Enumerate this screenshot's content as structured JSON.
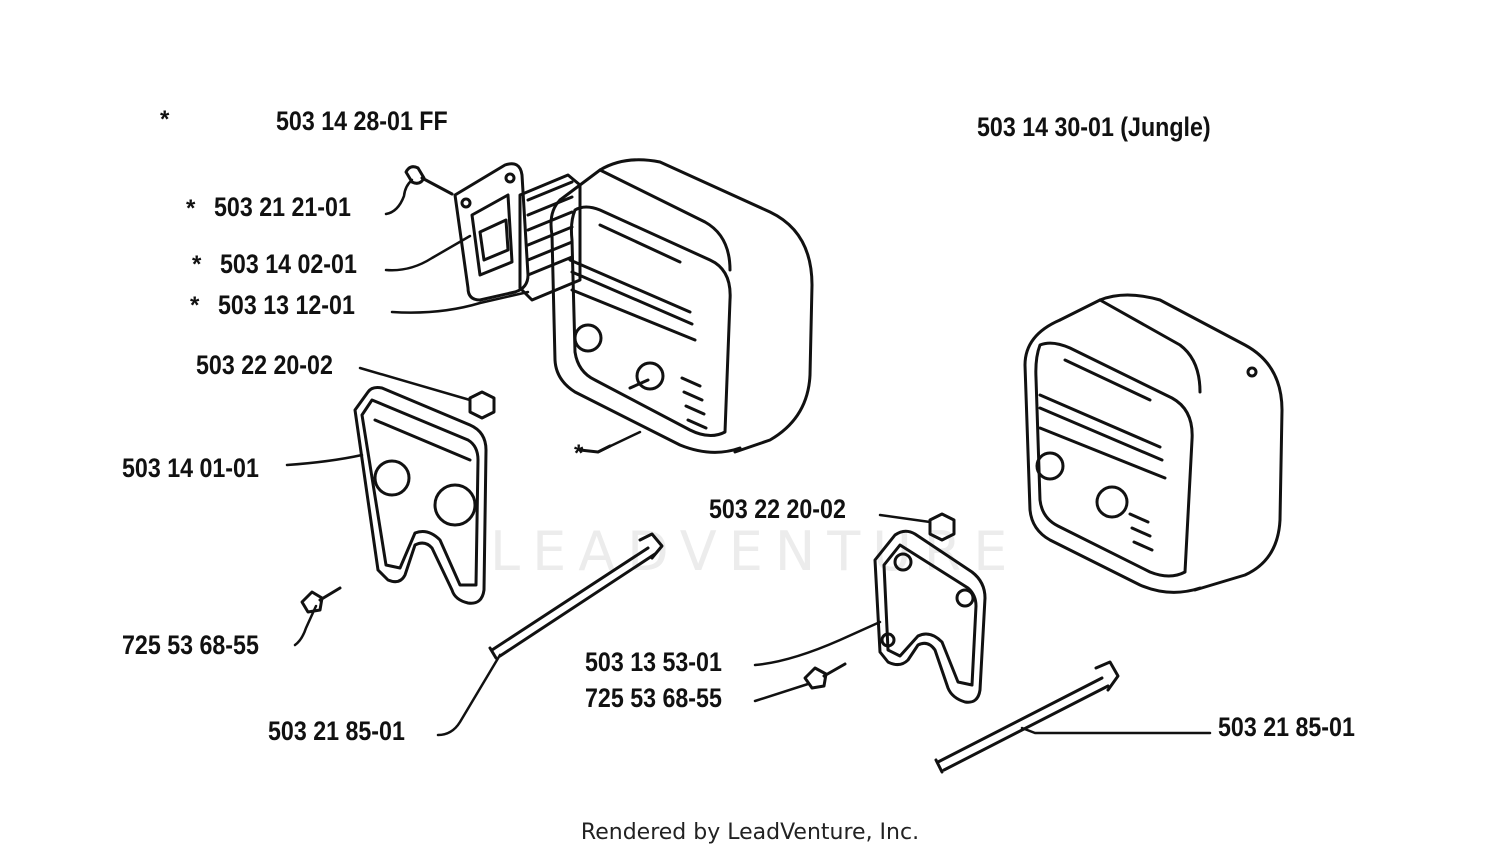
{
  "diagram": {
    "labels": {
      "kit_ff": "503 14 28-01 FF",
      "kit_jungle": "503 14 30-01 (Jungle)",
      "screw_top": "503 21 21-01",
      "plate_top": "503 14 02-01",
      "gasket_top": "503 13 12-01",
      "nut_left": "503 22 20-02",
      "plate_left": "503 14 01-01",
      "screw_left": "725 53 68-55",
      "bolt_left": "503 21 85-01",
      "nut_right": "503 22 20-02",
      "plate_right": "503 13 53-01",
      "screw_right": "725 53 68-55",
      "bolt_right": "503 21 85-01"
    },
    "asterisk": "*",
    "watermark": "LEADVENTURE",
    "footer": "Rendered by LeadVenture, Inc."
  }
}
